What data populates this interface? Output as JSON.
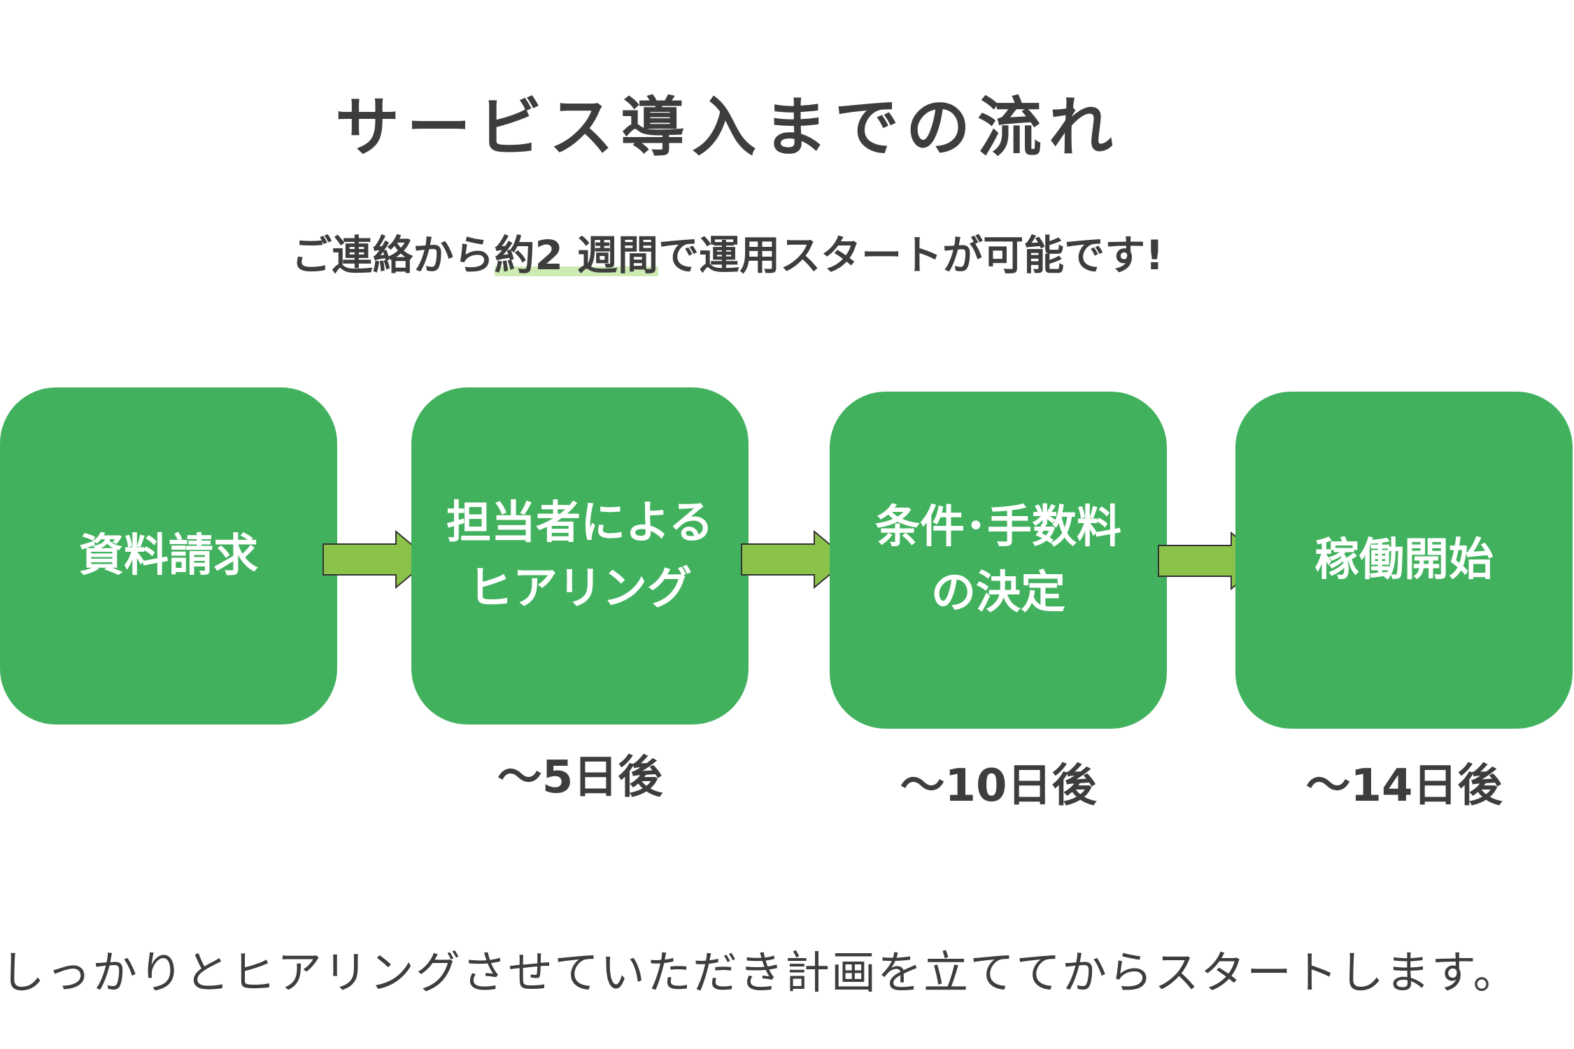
{
  "title": "サービス導入までの流れ",
  "subtitle": {
    "prefix": "ご連絡から",
    "highlight": "約2 週間",
    "suffix": "で運用スタートが可能です!"
  },
  "steps": [
    {
      "label": "資料請求",
      "days": ""
    },
    {
      "label": "担当者による\nヒアリング",
      "days": "～5日後"
    },
    {
      "label": "条件･手数料\nの決定",
      "days": "～10日後"
    },
    {
      "label": "稼働開始",
      "days": "～14日後"
    }
  ],
  "footer": "しっかりとヒアリングさせていただき計画を立ててからスタートします。",
  "colors": {
    "box": "#42b15e",
    "arrow_fill": "#8bc34a",
    "arrow_stroke": "#333333",
    "highlight": "#cdebb3",
    "text": "#3d3d3d"
  }
}
